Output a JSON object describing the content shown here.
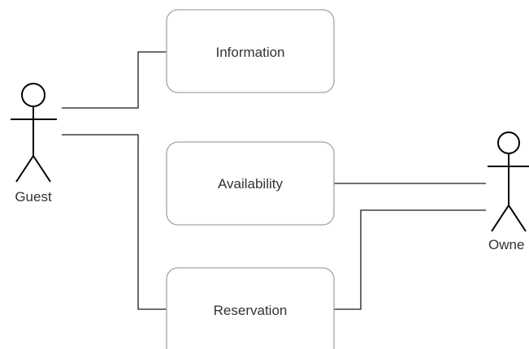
{
  "actors": {
    "guest": {
      "label": "Guest"
    },
    "owner": {
      "label": "Owne"
    }
  },
  "use_cases": {
    "information": {
      "label": "Information"
    },
    "availability": {
      "label": "Availability"
    },
    "reservation": {
      "label": "Reservation"
    }
  },
  "connections": [
    {
      "from": "Guest",
      "to": "Information"
    },
    {
      "from": "Guest",
      "to": "Reservation"
    },
    {
      "from": "Owne",
      "to": "Availability"
    },
    {
      "from": "Owne",
      "to": "Reservation"
    }
  ]
}
